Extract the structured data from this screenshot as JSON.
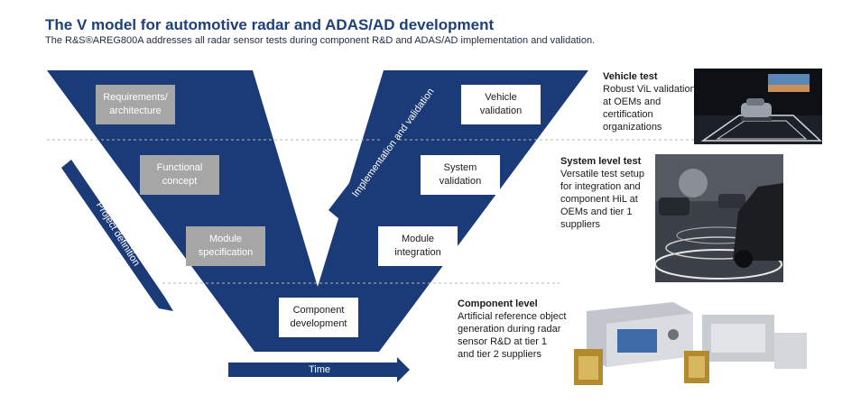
{
  "header": {
    "title": "The V model for automotive radar and ADAS/AD development",
    "subtitle": "The R&S®AREG800A addresses all radar sensor tests during component R&D and ADAS/AD implementation and validation."
  },
  "left_arm": {
    "boxes": [
      {
        "label": "Requirements/\narchitecture"
      },
      {
        "label": "Functional\nconcept"
      },
      {
        "label": "Module\nspecification"
      }
    ]
  },
  "bottom_box": {
    "label": "Component\ndevelopment"
  },
  "right_arm": {
    "boxes": [
      {
        "label": "Vehicle\nvalidation"
      },
      {
        "label": "System\nvalidation"
      },
      {
        "label": "Module\nintegration"
      }
    ]
  },
  "arrows": {
    "project_definition": "Project definition",
    "implementation_validation": "Implementation and validation",
    "time": "Time"
  },
  "test_levels": [
    {
      "heading": "Vehicle test",
      "text": "Robust ViL validation\nat OEMs and\ncertification\norganizations"
    },
    {
      "heading": "System level test",
      "text": "Versatile test setup\nfor integration and\ncomponent HiL at\nOEMs and tier 1\nsuppliers"
    },
    {
      "heading": "Component level",
      "text": "Artificial reference object\ngeneration during radar\nsensor R&D at tier 1\nand tier 2 suppliers"
    }
  ],
  "colors": {
    "navy": "#1b3a78",
    "grey_box": "#a6a6a6",
    "title": "#1f3f7a"
  },
  "icons": [
    "vehicle-test-photo",
    "system-test-photo",
    "component-test-photo"
  ]
}
